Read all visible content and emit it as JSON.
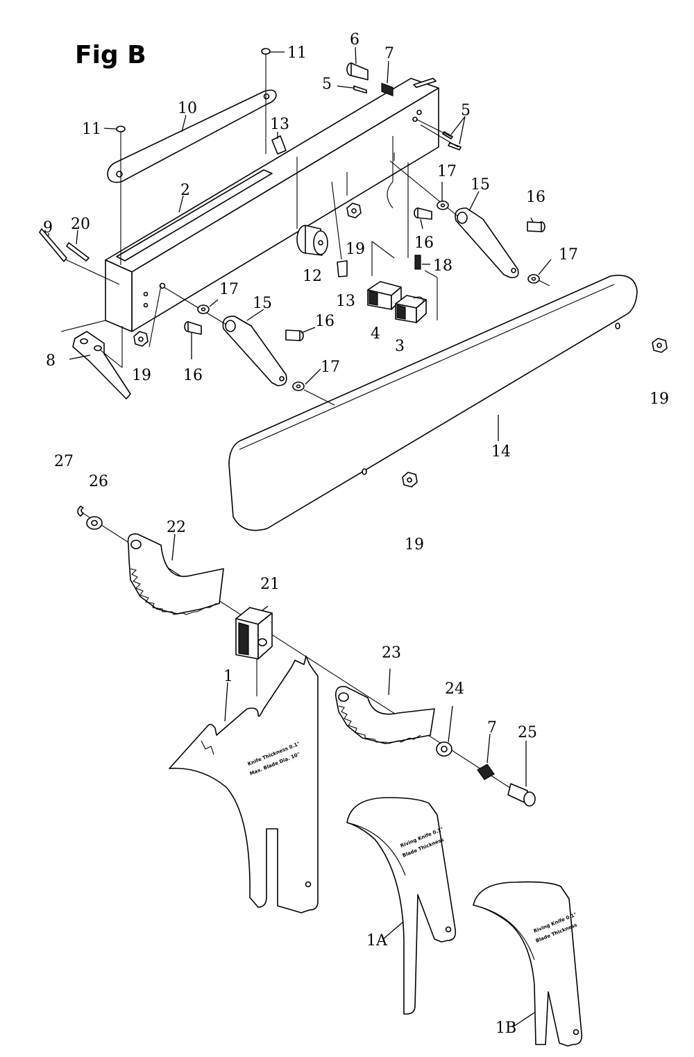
{
  "figure": {
    "title": "Fig B",
    "callouts": [
      {
        "id": "c-11a",
        "text": "11"
      },
      {
        "id": "c-6",
        "text": "6"
      },
      {
        "id": "c-7a",
        "text": "7"
      },
      {
        "id": "c-5a",
        "text": "5"
      },
      {
        "id": "c-5b",
        "text": "5"
      },
      {
        "id": "c-10",
        "text": "10"
      },
      {
        "id": "c-11b",
        "text": "11"
      },
      {
        "id": "c-13a",
        "text": "13"
      },
      {
        "id": "c-2",
        "text": "2"
      },
      {
        "id": "c-9",
        "text": "9"
      },
      {
        "id": "c-20",
        "text": "20"
      },
      {
        "id": "c-17a",
        "text": "17"
      },
      {
        "id": "c-15a",
        "text": "15"
      },
      {
        "id": "c-16a",
        "text": "16"
      },
      {
        "id": "c-19a",
        "text": "19"
      },
      {
        "id": "c-16b",
        "text": "16"
      },
      {
        "id": "c-18",
        "text": "18"
      },
      {
        "id": "c-17b",
        "text": "17"
      },
      {
        "id": "c-12",
        "text": "12"
      },
      {
        "id": "c-13b",
        "text": "13"
      },
      {
        "id": "c-17c",
        "text": "17"
      },
      {
        "id": "c-15b",
        "text": "15"
      },
      {
        "id": "c-16c",
        "text": "16"
      },
      {
        "id": "c-4",
        "text": "4"
      },
      {
        "id": "c-3",
        "text": "3"
      },
      {
        "id": "c-8",
        "text": "8"
      },
      {
        "id": "c-19b",
        "text": "19"
      },
      {
        "id": "c-16d",
        "text": "16"
      },
      {
        "id": "c-17d",
        "text": "17"
      },
      {
        "id": "c-19c",
        "text": "19"
      },
      {
        "id": "c-14",
        "text": "14"
      },
      {
        "id": "c-19d",
        "text": "19"
      },
      {
        "id": "c-27",
        "text": "27"
      },
      {
        "id": "c-26",
        "text": "26"
      },
      {
        "id": "c-22",
        "text": "22"
      },
      {
        "id": "c-21",
        "text": "21"
      },
      {
        "id": "c-23",
        "text": "23"
      },
      {
        "id": "c-1",
        "text": "1"
      },
      {
        "id": "c-24",
        "text": "24"
      },
      {
        "id": "c-7b",
        "text": "7"
      },
      {
        "id": "c-25",
        "text": "25"
      },
      {
        "id": "c-1a",
        "text": "1A"
      },
      {
        "id": "c-1b",
        "text": "1B"
      }
    ]
  }
}
